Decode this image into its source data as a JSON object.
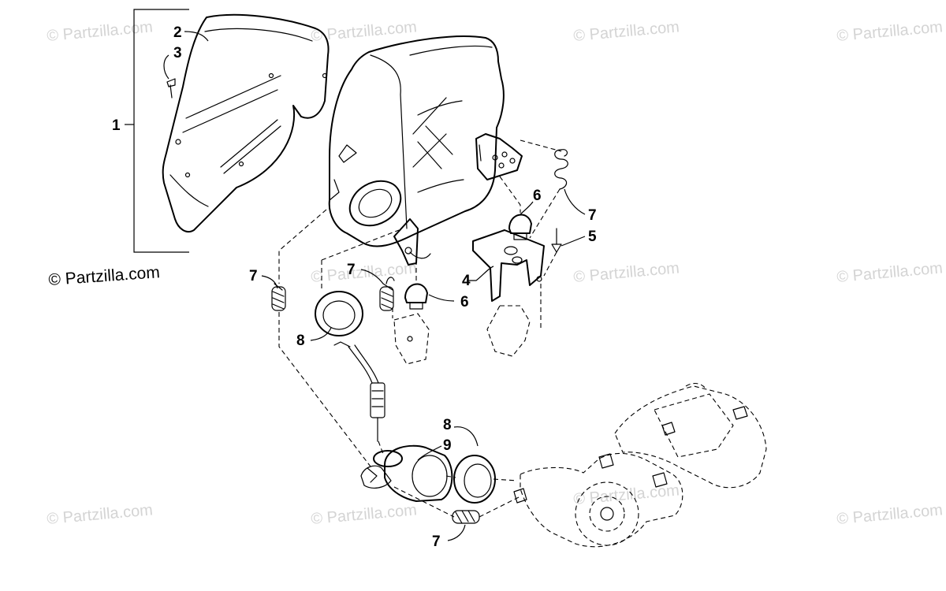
{
  "watermark_text": "© Partzilla.com",
  "copyright_text": "© Partzilla.com",
  "callouts": {
    "c1": "1",
    "c2": "2",
    "c3": "3",
    "c4": "4",
    "c5": "5",
    "c6a": "6",
    "c6b": "6",
    "c7a": "7",
    "c7b": "7",
    "c7c": "7",
    "c7d": "7",
    "c8a": "8",
    "c8b": "8",
    "c9": "9"
  },
  "colors": {
    "ink": "#000000",
    "watermark": "#d4d4d4",
    "background": "#ffffff"
  }
}
